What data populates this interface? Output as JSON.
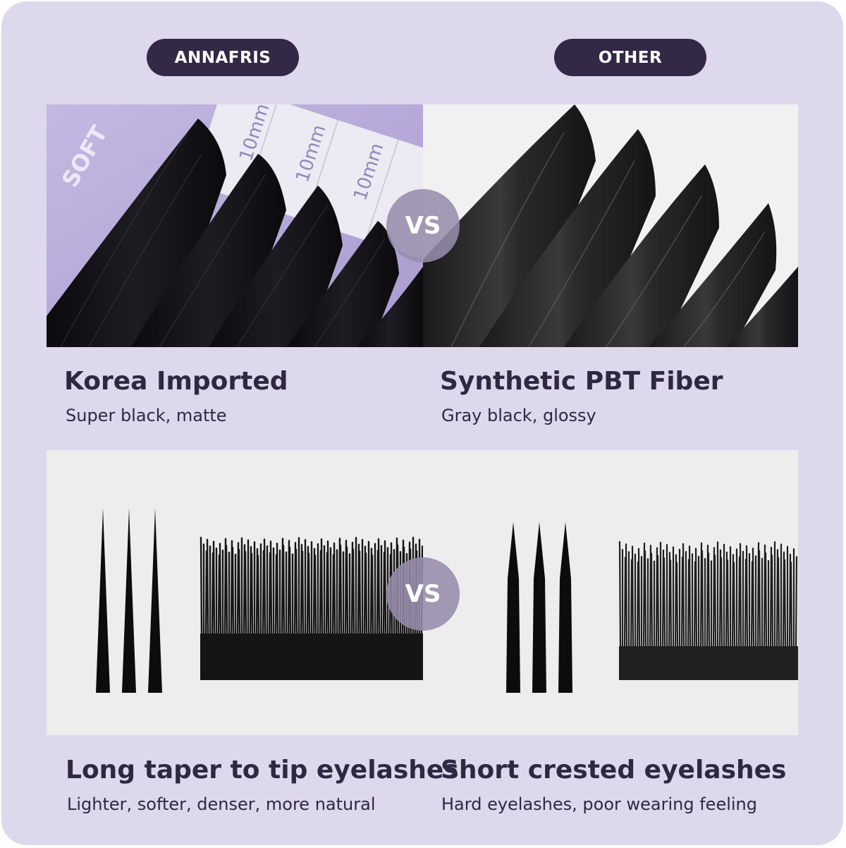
{
  "labels": {
    "left_brand": "ANNAFRIS",
    "right_brand": "OTHER",
    "vs": "VS"
  },
  "row1": {
    "left": {
      "title": "Korea Imported",
      "subtitle": "Super black, matte"
    },
    "right": {
      "title": "Synthetic PBT Fiber",
      "subtitle": "Gray black, glossy"
    },
    "tray_text": {
      "brand_mark": "SOFT",
      "length": "10mm"
    }
  },
  "row2": {
    "left": {
      "title": "Long taper to tip eyelashes",
      "subtitle": "Lighter, softer, denser, more natural"
    },
    "right": {
      "title": "Short crested eyelashes",
      "subtitle": "Hard eyelashes, poor wearing feeling"
    }
  },
  "colors": {
    "background": "#ddd8ec",
    "pill": "#332846",
    "text": "#2f2842",
    "vs_circle": "#968cac",
    "lash": "#121212",
    "tray": "#b8acd8"
  },
  "icons": [
    "taper-lash-icon",
    "crested-lash-icon",
    "lash-strip-image",
    "lash-tray-image"
  ]
}
